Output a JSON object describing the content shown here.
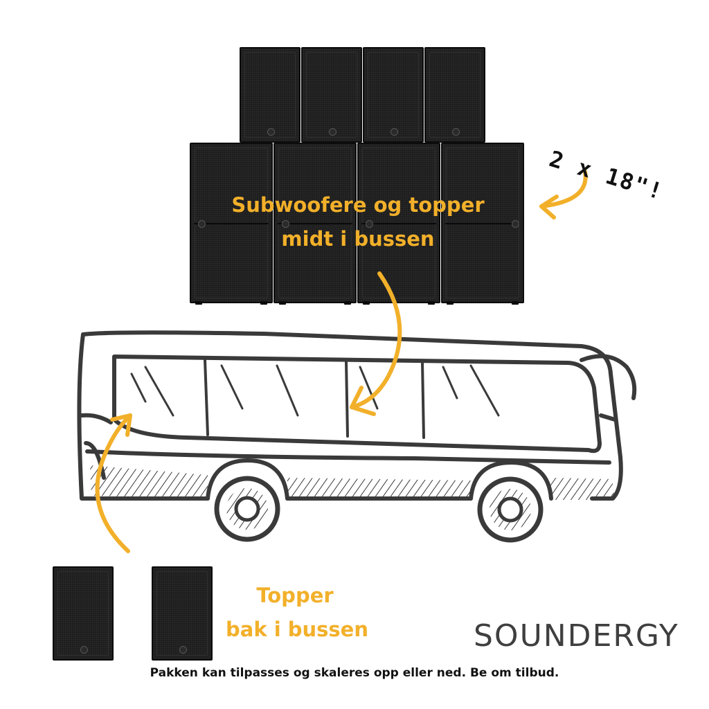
{
  "labels": {
    "main": [
      "Subwoofere og topper",
      "midt i bussen"
    ],
    "rear": [
      "Topper",
      "bak i bussen"
    ],
    "size_note": "2 x 18\"!"
  },
  "brand": "SOUNDERGY",
  "footer": "Pakken kan tilpasses og skaleres opp eller ned. Be om tilbud.",
  "colors": {
    "accent": "#f2b02a",
    "ink": "#3a3a3a",
    "speaker": "#1c1c1c",
    "brand": "#3f3f3f"
  },
  "icons": {
    "speaker": "loudspeaker-cabinet",
    "vehicle": "bus-sketch",
    "arrow": "curved-arrow"
  }
}
